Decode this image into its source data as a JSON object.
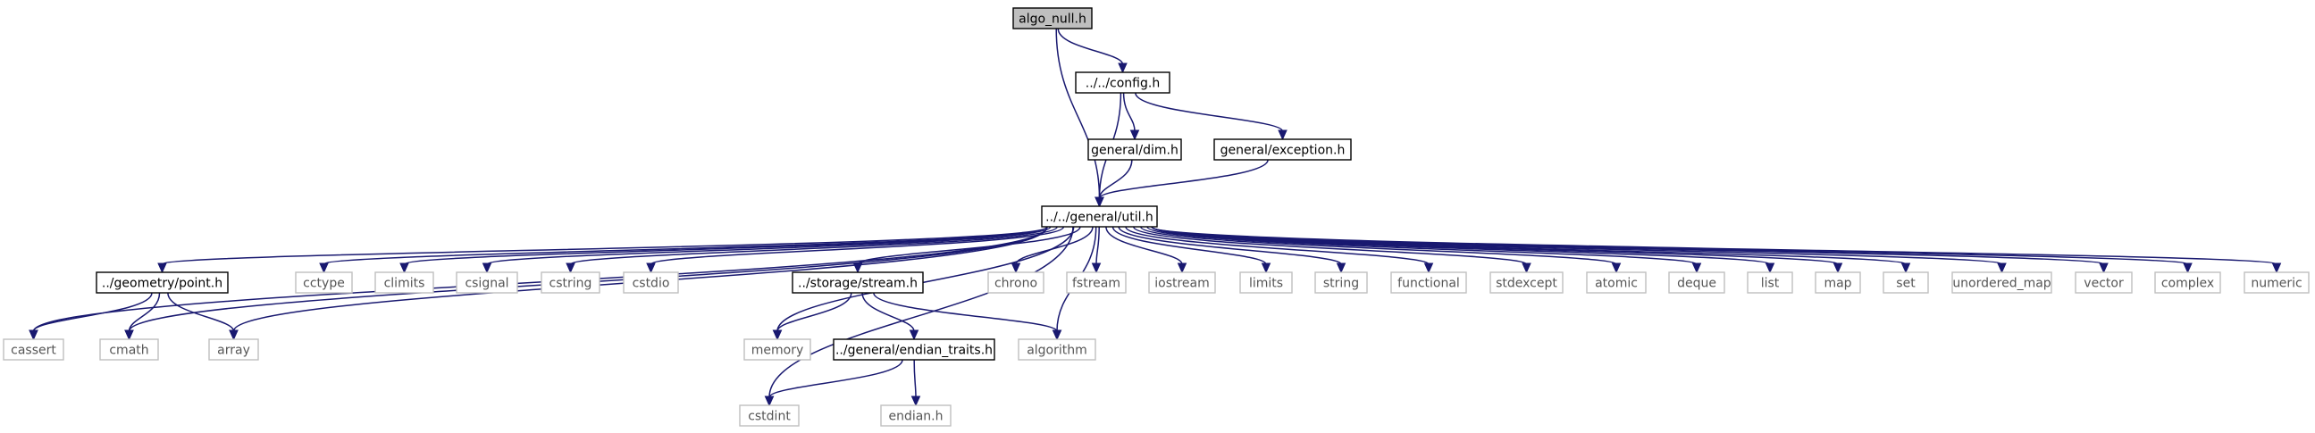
{
  "colors": {
    "edge": "#191970",
    "root_fill": "#bfbfbf",
    "local_border": "#000000",
    "system_border": "#bfbfbf",
    "system_text": "#555555"
  },
  "nodes": [
    {
      "id": "algo_null",
      "label": "algo_null.h",
      "kind": "root"
    },
    {
      "id": "config",
      "label": "../../config.h",
      "kind": "local"
    },
    {
      "id": "dim",
      "label": "general/dim.h",
      "kind": "local"
    },
    {
      "id": "exception",
      "label": "general/exception.h",
      "kind": "local"
    },
    {
      "id": "util",
      "label": "../../general/util.h",
      "kind": "local"
    },
    {
      "id": "point",
      "label": "../geometry/point.h",
      "kind": "local"
    },
    {
      "id": "cctype",
      "label": "cctype",
      "kind": "system"
    },
    {
      "id": "climits",
      "label": "climits",
      "kind": "system"
    },
    {
      "id": "csignal",
      "label": "csignal",
      "kind": "system"
    },
    {
      "id": "cstring",
      "label": "cstring",
      "kind": "system"
    },
    {
      "id": "cstdio",
      "label": "cstdio",
      "kind": "system"
    },
    {
      "id": "stream",
      "label": "../storage/stream.h",
      "kind": "local"
    },
    {
      "id": "chrono",
      "label": "chrono",
      "kind": "system"
    },
    {
      "id": "fstream",
      "label": "fstream",
      "kind": "system"
    },
    {
      "id": "iostream",
      "label": "iostream",
      "kind": "system"
    },
    {
      "id": "limits",
      "label": "limits",
      "kind": "system"
    },
    {
      "id": "string",
      "label": "string",
      "kind": "system"
    },
    {
      "id": "functional",
      "label": "functional",
      "kind": "system"
    },
    {
      "id": "stdexcept",
      "label": "stdexcept",
      "kind": "system"
    },
    {
      "id": "atomic",
      "label": "atomic",
      "kind": "system"
    },
    {
      "id": "deque",
      "label": "deque",
      "kind": "system"
    },
    {
      "id": "list",
      "label": "list",
      "kind": "system"
    },
    {
      "id": "map",
      "label": "map",
      "kind": "system"
    },
    {
      "id": "set",
      "label": "set",
      "kind": "system"
    },
    {
      "id": "unordered_map",
      "label": "unordered_map",
      "kind": "system"
    },
    {
      "id": "vector",
      "label": "vector",
      "kind": "system"
    },
    {
      "id": "complex",
      "label": "complex",
      "kind": "system"
    },
    {
      "id": "numeric",
      "label": "numeric",
      "kind": "system"
    },
    {
      "id": "cassert",
      "label": "cassert",
      "kind": "system"
    },
    {
      "id": "cmath",
      "label": "cmath",
      "kind": "system"
    },
    {
      "id": "array",
      "label": "array",
      "kind": "system"
    },
    {
      "id": "memory",
      "label": "memory",
      "kind": "system"
    },
    {
      "id": "endian_traits",
      "label": "../general/endian_traits.h",
      "kind": "local"
    },
    {
      "id": "algorithm",
      "label": "algorithm",
      "kind": "system"
    },
    {
      "id": "cstdint",
      "label": "cstdint",
      "kind": "system"
    },
    {
      "id": "endian",
      "label": "endian.h",
      "kind": "system"
    }
  ],
  "edges": [
    [
      "algo_null",
      "config"
    ],
    [
      "algo_null",
      "util"
    ],
    [
      "config",
      "dim"
    ],
    [
      "config",
      "exception"
    ],
    [
      "config",
      "util"
    ],
    [
      "dim",
      "util"
    ],
    [
      "exception",
      "util"
    ],
    [
      "util",
      "point"
    ],
    [
      "util",
      "cctype"
    ],
    [
      "util",
      "climits"
    ],
    [
      "util",
      "csignal"
    ],
    [
      "util",
      "cstring"
    ],
    [
      "util",
      "cstdio"
    ],
    [
      "util",
      "stream"
    ],
    [
      "util",
      "chrono"
    ],
    [
      "util",
      "fstream"
    ],
    [
      "util",
      "iostream"
    ],
    [
      "util",
      "limits"
    ],
    [
      "util",
      "string"
    ],
    [
      "util",
      "functional"
    ],
    [
      "util",
      "stdexcept"
    ],
    [
      "util",
      "atomic"
    ],
    [
      "util",
      "deque"
    ],
    [
      "util",
      "list"
    ],
    [
      "util",
      "map"
    ],
    [
      "util",
      "set"
    ],
    [
      "util",
      "unordered_map"
    ],
    [
      "util",
      "vector"
    ],
    [
      "util",
      "complex"
    ],
    [
      "util",
      "numeric"
    ],
    [
      "util",
      "cassert"
    ],
    [
      "util",
      "cmath"
    ],
    [
      "util",
      "array"
    ],
    [
      "util",
      "memory"
    ],
    [
      "util",
      "algorithm"
    ],
    [
      "util",
      "cstdint"
    ],
    [
      "point",
      "cassert"
    ],
    [
      "point",
      "cmath"
    ],
    [
      "point",
      "array"
    ],
    [
      "stream",
      "memory"
    ],
    [
      "stream",
      "endian_traits"
    ],
    [
      "stream",
      "algorithm"
    ],
    [
      "endian_traits",
      "cstdint"
    ],
    [
      "endian_traits",
      "endian"
    ]
  ]
}
